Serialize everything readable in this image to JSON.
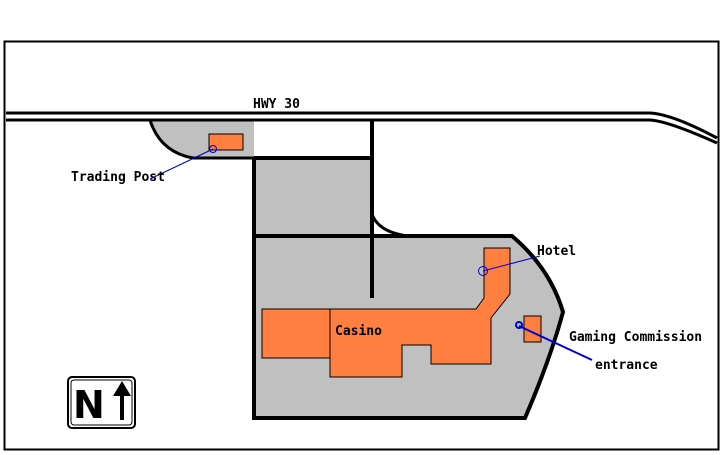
{
  "map": {
    "colors": {
      "background": "#ffffff",
      "road": "#000000",
      "parking": "#c0c0c0",
      "building": "#ff7f40",
      "leader_line": "#0000cc"
    },
    "labels": {
      "highway": "HWY 30",
      "trading_post": "Trading Post",
      "hotel": "Hotel",
      "casino": "Casino",
      "gaming_commission": "Gaming Commission",
      "entrance": "entrance"
    },
    "north_arrow": {
      "letter": "N",
      "icon": "north-arrow-icon"
    }
  }
}
